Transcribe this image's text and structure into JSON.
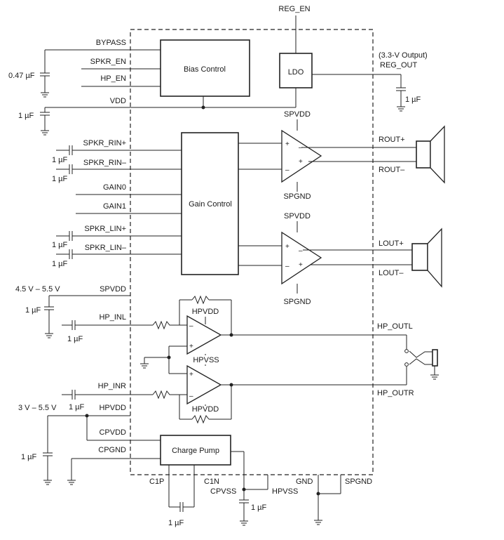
{
  "blocks": {
    "bias_control": "Bias Control",
    "ldo": "LDO",
    "gain_control": "Gain Control",
    "charge_pump": "Charge Pump"
  },
  "pins": {
    "reg_en": "REG_EN",
    "bypass": "BYPASS",
    "spkr_en": "SPKR_EN",
    "hp_en": "HP_EN",
    "vdd": "VDD",
    "spkr_rin_pos": "SPKR_RIN+",
    "spkr_rin_neg": "SPKR_RIN–",
    "gain0": "GAIN0",
    "gain1": "GAIN1",
    "spkr_lin_pos": "SPKR_LIN+",
    "spkr_lin_neg": "SPKR_LIN–",
    "spvdd_left": "SPVDD",
    "hp_inl": "HP_INL",
    "hp_inr": "HP_INR",
    "hpvdd_left": "HPVDD",
    "cpvdd": "CPVDD",
    "cpgnd": "CPGND",
    "c1p": "C1P",
    "c1n": "C1N",
    "cpvss": "CPVSS",
    "hpvss_bottom": "HPVSS",
    "gnd": "GND",
    "spgnd_bottom": "SPGND",
    "reg_out": "REG_OUT",
    "rout_pos": "ROUT+",
    "rout_neg": "ROUT–",
    "lout_pos": "LOUT+",
    "lout_neg": "LOUT–",
    "hp_outl": "HP_OUTL",
    "hp_outr": "HP_OUTR"
  },
  "internal_labels": {
    "spvdd_r": "SPVDD",
    "spgnd_r": "SPGND",
    "spvdd_l": "SPVDD",
    "spgnd_l": "SPGND",
    "hpvdd_top": "HPVDD",
    "hpvss_mid": "HPVSS",
    "hpvdd_bot": "HPVDD"
  },
  "annotations": {
    "ldo_output_note": "(3.3-V Output)",
    "cap_bypass": "0.47 µF",
    "cap_vdd": "1 µF",
    "cap_reg_out": "1 µF",
    "cap_rin_pos": "1 µF",
    "cap_rin_neg": "1 µF",
    "cap_lin_pos": "1 µF",
    "cap_lin_neg": "1 µF",
    "spvdd_range": "4.5 V – 5.5 V",
    "cap_spvdd": "1 µF",
    "cap_hp_inl": "1 µF",
    "hpvdd_range": "3 V – 5.5 V",
    "cap_hp_inr": "1 µF",
    "cap_hpvdd": "1 µF",
    "cap_flying": "1 µF",
    "cap_cpvss": "1 µF"
  },
  "amp_symbols": {
    "plus": "+",
    "minus": "–"
  }
}
